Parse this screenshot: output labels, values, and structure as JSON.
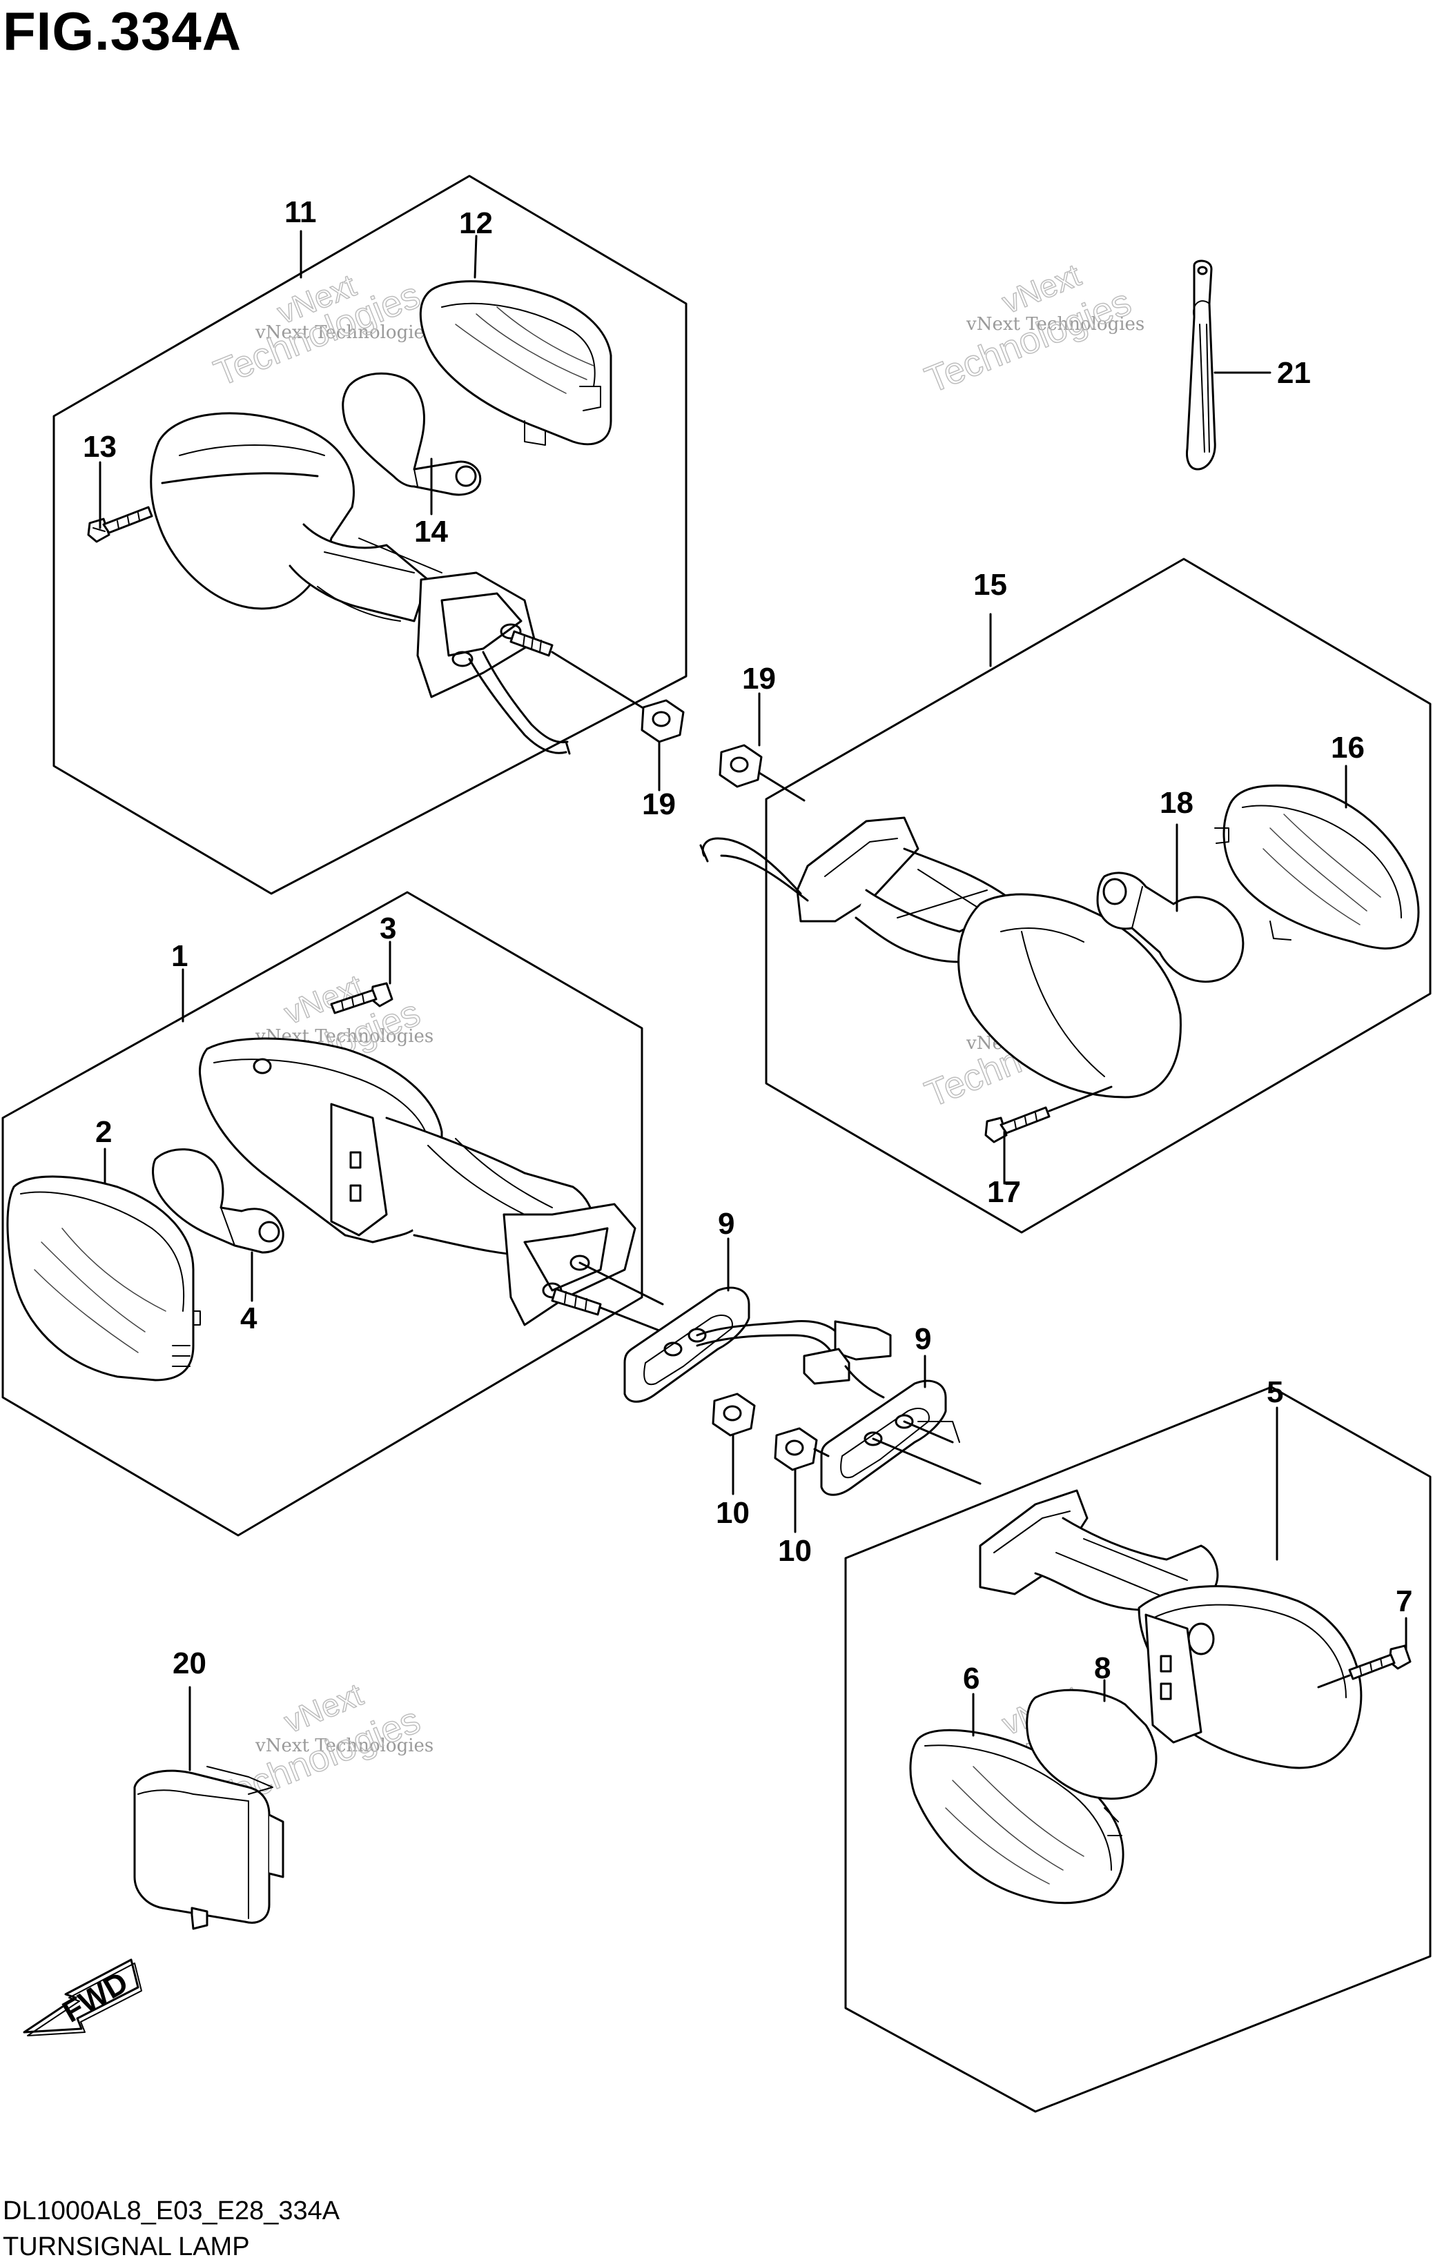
{
  "figure": {
    "title": "FIG.334A",
    "code": "DL1000AL8_E03_E28_334A",
    "caption": "TURNSIGNAL LAMP"
  },
  "arrow": {
    "label": "FWD"
  },
  "watermark": {
    "line1": "vNext",
    "line2": "vNext Technologies",
    "line3": "Technologies"
  },
  "callouts": {
    "p1": "1",
    "p2": "2",
    "p3": "3",
    "p4": "4",
    "p5": "5",
    "p6": "6",
    "p7": "7",
    "p8": "8",
    "p9a": "9",
    "p9b": "9",
    "p10a": "10",
    "p10b": "10",
    "p11": "11",
    "p12": "12",
    "p13": "13",
    "p14": "14",
    "p15": "15",
    "p16": "16",
    "p17": "17",
    "p18": "18",
    "p19a": "19",
    "p19b": "19",
    "p20": "20",
    "p21": "21"
  }
}
